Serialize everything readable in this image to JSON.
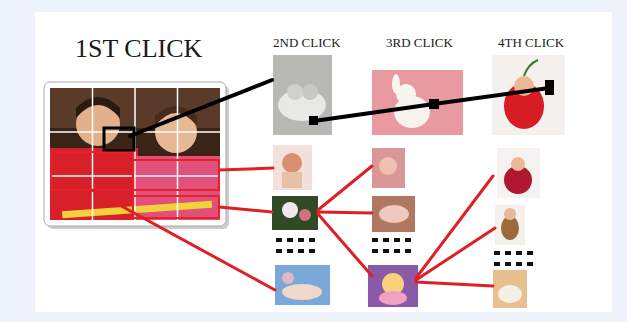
{
  "diagram": {
    "labels": [
      "1ST CLICK",
      "2ND CLICK",
      "3RD CLICK",
      "4TH CLICK"
    ]
  }
}
